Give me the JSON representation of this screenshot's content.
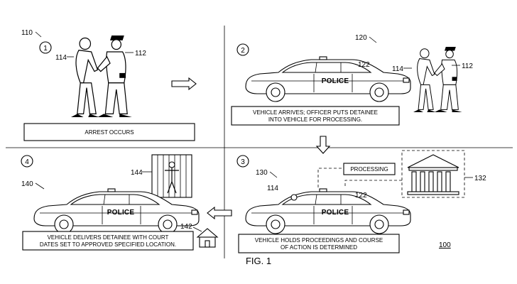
{
  "figure_label": "FIG. 1",
  "car": {
    "police_label": "POLICE"
  },
  "refs": {
    "r100": "100",
    "r110": "110",
    "r112": "112",
    "r114": "114",
    "r120": "120",
    "r122": "122",
    "r130": "130",
    "r132": "132",
    "r140": "140",
    "r142": "142",
    "r144": "144"
  },
  "steps": {
    "1": {
      "number": "1",
      "caption": "ARREST OCCURS"
    },
    "2": {
      "number": "2",
      "caption_l1": "VEHICLE ARRIVES; OFFICER PUTS DETAINEE",
      "caption_l2": "INTO VEHICLE FOR PROCESSING."
    },
    "3": {
      "number": "3",
      "processing_label": "PROCESSING",
      "caption_l1": "VEHICLE HOLDS PROCEEDINGS AND COURSE",
      "caption_l2": "OF ACTION IS DETERMINED"
    },
    "4": {
      "number": "4",
      "caption_l1": "VEHICLE DELIVERS DETAINEE WITH COURT",
      "caption_l2": "DATES SET TO APPROVED SPECIFIED LOCATION."
    }
  }
}
